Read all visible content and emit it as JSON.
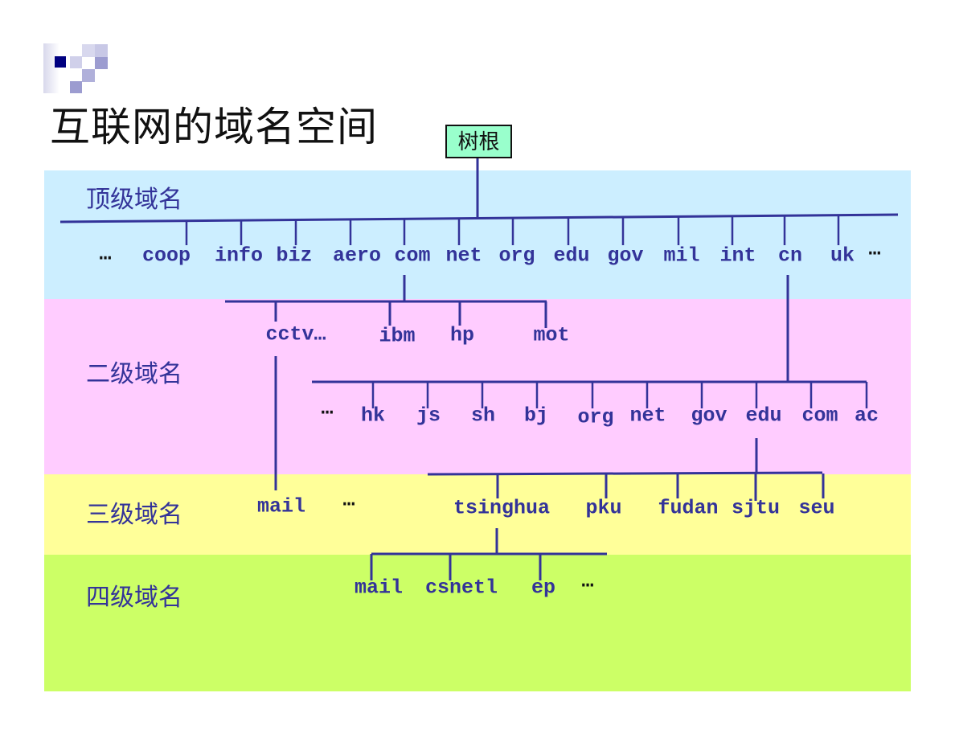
{
  "title": "互联网的域名空间",
  "root_label": "树根",
  "levels": [
    "顶级域名",
    "二级域名",
    "三级域名",
    "四级域名"
  ],
  "top_level": [
    "…",
    "coop",
    "info",
    "biz",
    "aero",
    "com",
    "net",
    "org",
    "edu",
    "gov",
    "mil",
    "int",
    "cn",
    "uk",
    "…"
  ],
  "com_children": [
    "cctv…",
    "ibm",
    "hp",
    "mot"
  ],
  "cn_children": [
    "…",
    "hk",
    "js",
    "sh",
    "bj",
    "org",
    "net",
    "gov",
    "edu",
    "com",
    "ac"
  ],
  "third_level": [
    "mail",
    "…",
    "tsinghua",
    "pku",
    "fudan",
    "sjtu",
    "seu"
  ],
  "tsinghua_children": [
    "mail",
    "csnetl",
    "ep",
    "…"
  ],
  "colors": {
    "top": "#cceeff",
    "second": "#ffccff",
    "third": "#ffff99",
    "fourth": "#ccff66",
    "line": "#333399",
    "root": "#99ffcc"
  }
}
